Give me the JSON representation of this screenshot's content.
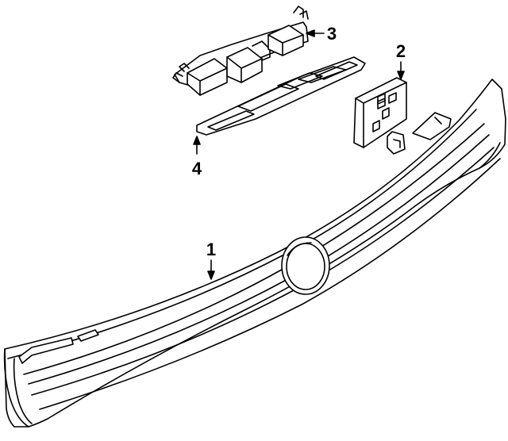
{
  "colors": {
    "line": "#000000",
    "fill": "#ffffff"
  },
  "callouts": [
    {
      "label": "1"
    },
    {
      "label": "2"
    },
    {
      "label": "3"
    },
    {
      "label": "4"
    }
  ]
}
